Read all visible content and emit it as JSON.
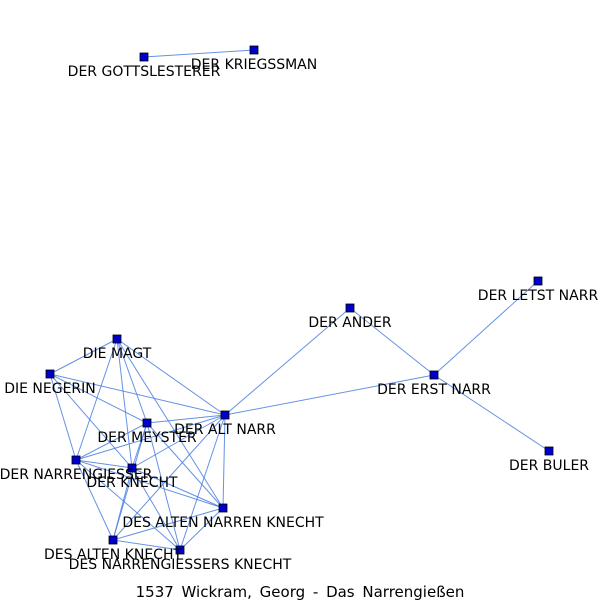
{
  "caption": "1537  Wickram,  Georg  -  Das  Narrengießen",
  "colors": {
    "node_fill": "#0000cc",
    "node_stroke": "#000000",
    "edge": "#4a7fe0",
    "text": "#000000"
  },
  "nodes": [
    {
      "id": "gottslesterer",
      "label": "DER GOTTSLESTERER"
    },
    {
      "id": "kriegssman",
      "label": "DER KRIEGSSMAN"
    },
    {
      "id": "letst_narr",
      "label": "DER LETST NARR"
    },
    {
      "id": "ander",
      "label": "DER ANDER"
    },
    {
      "id": "magt",
      "label": "DIE MAGT"
    },
    {
      "id": "negerin",
      "label": "DIE NEGERIN"
    },
    {
      "id": "erst_narr",
      "label": "DER ERST NARR"
    },
    {
      "id": "meyster",
      "label": "DER MEYSTER"
    },
    {
      "id": "alt_narr",
      "label": "DER ALT NARR"
    },
    {
      "id": "narrengiesser",
      "label": "DER NARRENGIESSER"
    },
    {
      "id": "knecht",
      "label": "DER KNECHT"
    },
    {
      "id": "buler",
      "label": "DER BULER"
    },
    {
      "id": "alten_narren_knecht",
      "label": "DES ALTEN NARREN KNECHT"
    },
    {
      "id": "alten_knecht",
      "label": "DES ALTEN KNECHT"
    },
    {
      "id": "narrengiessers_knecht",
      "label": "DES NARRENGIESSERS KNECHT"
    }
  ],
  "edges": [
    [
      "gottslesterer",
      "kriegssman"
    ],
    [
      "letst_narr",
      "erst_narr"
    ],
    [
      "ander",
      "erst_narr"
    ],
    [
      "ander",
      "alt_narr"
    ],
    [
      "erst_narr",
      "buler"
    ],
    [
      "erst_narr",
      "alt_narr"
    ],
    [
      "magt",
      "negerin"
    ],
    [
      "magt",
      "meyster"
    ],
    [
      "magt",
      "alt_narr"
    ],
    [
      "magt",
      "narrengiesser"
    ],
    [
      "magt",
      "knecht"
    ],
    [
      "magt",
      "alten_narren_knecht"
    ],
    [
      "negerin",
      "meyster"
    ],
    [
      "negerin",
      "alt_narr"
    ],
    [
      "negerin",
      "narrengiesser"
    ],
    [
      "negerin",
      "knecht"
    ],
    [
      "meyster",
      "alt_narr"
    ],
    [
      "meyster",
      "narrengiesser"
    ],
    [
      "meyster",
      "knecht"
    ],
    [
      "meyster",
      "alten_narren_knecht"
    ],
    [
      "meyster",
      "alten_knecht"
    ],
    [
      "meyster",
      "narrengiessers_knecht"
    ],
    [
      "alt_narr",
      "narrengiesser"
    ],
    [
      "alt_narr",
      "knecht"
    ],
    [
      "alt_narr",
      "alten_narren_knecht"
    ],
    [
      "alt_narr",
      "alten_knecht"
    ],
    [
      "alt_narr",
      "narrengiessers_knecht"
    ],
    [
      "narrengiesser",
      "knecht"
    ],
    [
      "narrengiesser",
      "alten_narren_knecht"
    ],
    [
      "narrengiesser",
      "alten_knecht"
    ],
    [
      "narrengiesser",
      "narrengiessers_knecht"
    ],
    [
      "knecht",
      "alten_narren_knecht"
    ],
    [
      "knecht",
      "alten_knecht"
    ],
    [
      "knecht",
      "narrengiessers_knecht"
    ],
    [
      "alten_narren_knecht",
      "alten_knecht"
    ],
    [
      "alten_narren_knecht",
      "narrengiessers_knecht"
    ],
    [
      "alten_knecht",
      "narrengiessers_knecht"
    ]
  ]
}
